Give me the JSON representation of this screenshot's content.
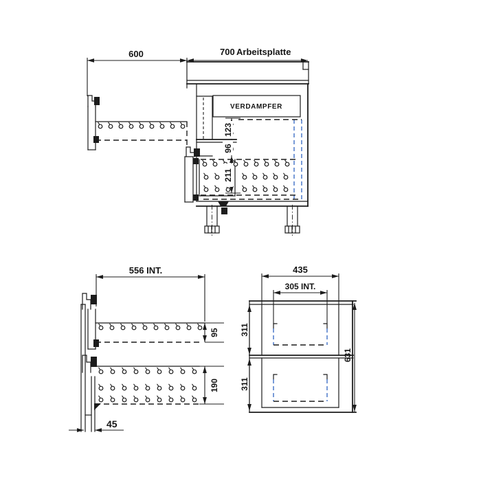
{
  "colors": {
    "line": "#1c1c1c",
    "dash_blue": "#3f6fc6",
    "text": "#151515",
    "background": "#ffffff"
  },
  "side_section": {
    "dim_600": "600",
    "dim_700": "700",
    "worktop_label": "Arbeitsplatte",
    "evaporator_label": "VERDAMPFER",
    "dim_123": "123",
    "dim_96": "96",
    "dim_211": "211"
  },
  "rail_detail": {
    "dim_556_int": "556 INT.",
    "dim_95": "95",
    "dim_190": "190",
    "dim_45": "45"
  },
  "front_view": {
    "dim_435": "435",
    "dim_305_int": "305 INT.",
    "dim_311_upper": "311",
    "dim_311_lower": "311",
    "dim_631": "631"
  }
}
